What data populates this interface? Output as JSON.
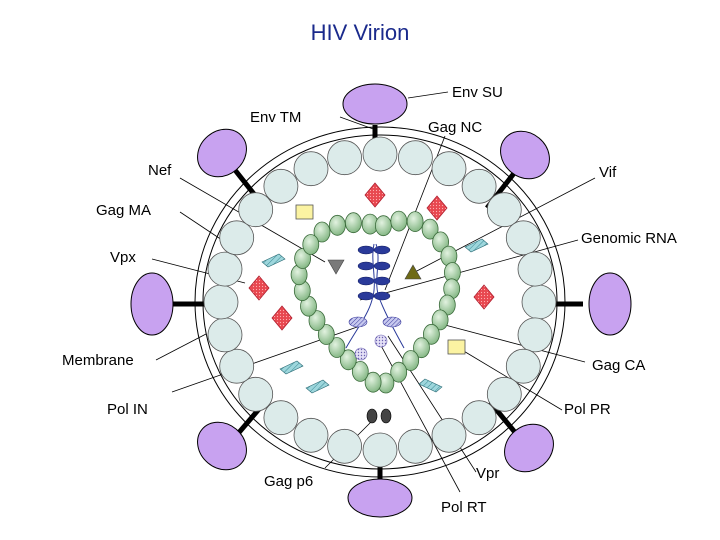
{
  "title": "HIV Virion",
  "labels": {
    "env_su": "Env SU",
    "env_tm": "Env TM",
    "gag_nc": "Gag NC",
    "nef": "Nef",
    "vif": "Vif",
    "gag_ma": "Gag MA",
    "genomic_rna": "Genomic RNA",
    "vpx": "Vpx",
    "membrane": "Membrane",
    "gag_ca": "Gag CA",
    "pol_in": "Pol IN",
    "pol_pr": "Pol PR",
    "gag_p6": "Gag p6",
    "vpr": "Vpr",
    "pol_rt": "Pol RT"
  },
  "colors": {
    "title": "#1a2a8c",
    "env_su": "#c8a2f0",
    "matrix": "#dcebea",
    "capsid": "#9fcd9f",
    "nc": "#2a3a9a",
    "red": "#e84850",
    "yellow": "#fbf3a2",
    "teal": "#8cc8d0",
    "olive": "#6e6a16",
    "grey": "#7a7a7a",
    "p6": "#444444"
  }
}
